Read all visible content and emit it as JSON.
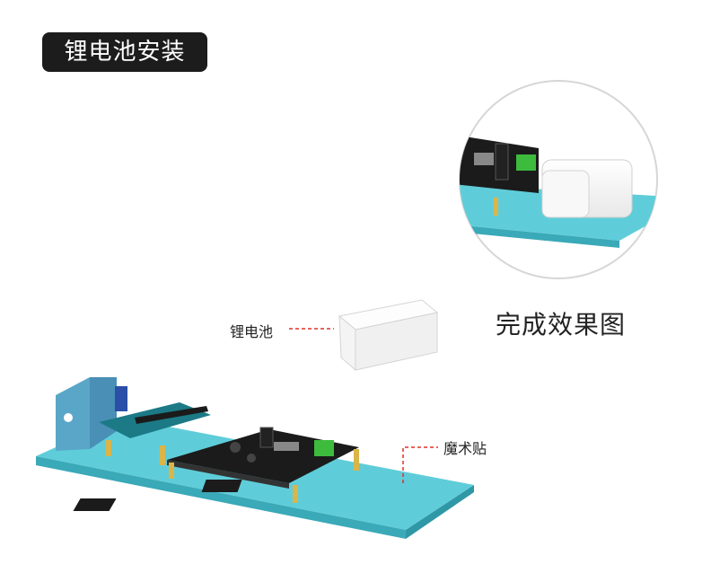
{
  "title": "锂电池安装",
  "labels": {
    "battery": "锂电池",
    "velcro": "魔术贴",
    "result": "完成效果图"
  },
  "colors": {
    "board": "#5fcdd9",
    "board_edge": "#3aa9b8",
    "pcb": "#1b1b1b",
    "battery": "#f2f2f2",
    "dash": "#e0302c"
  }
}
